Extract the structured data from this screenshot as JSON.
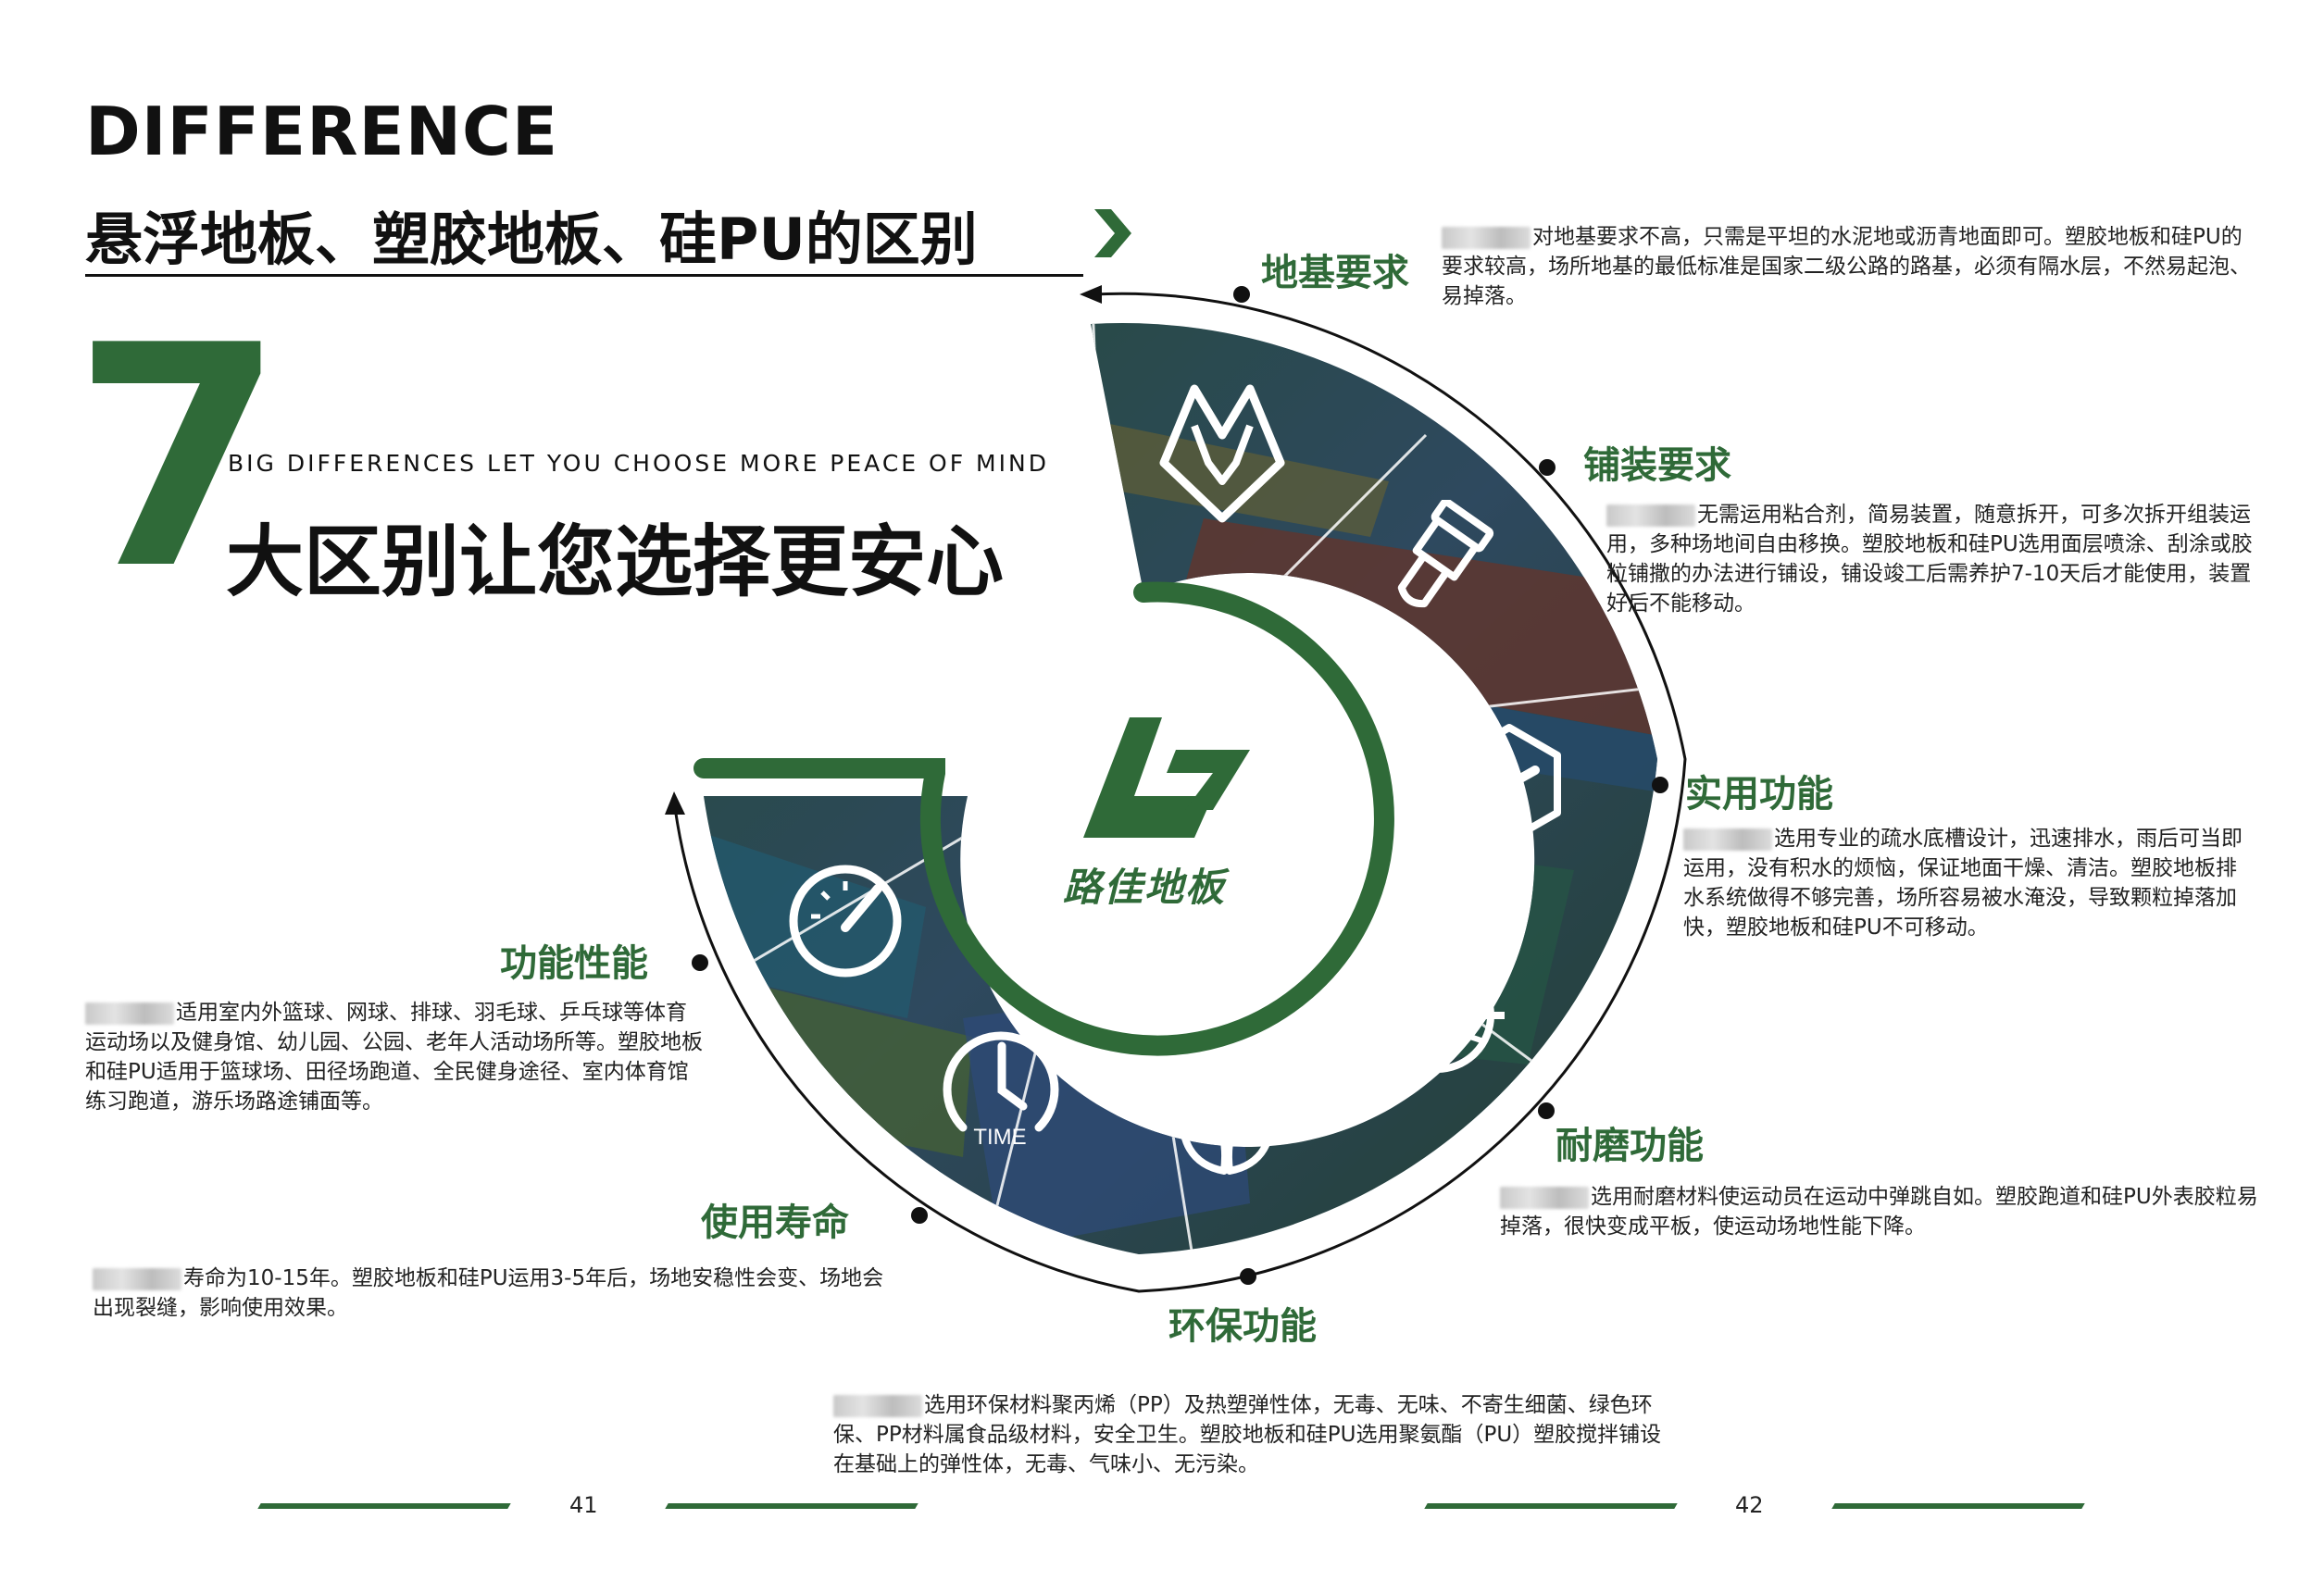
{
  "header": {
    "title_en": "DIFFERENCE",
    "title_cn": "悬浮地板、塑胶地板、硅PU的区别",
    "big_number": "7",
    "slogan_en": "BIG DIFFERENCES LET YOU CHOOSE MORE PEACE OF MIND",
    "slogan_cn": "大区别让您选择更安心"
  },
  "logo": {
    "brand_text": "路佳地板"
  },
  "icons": [
    "mountain-icon",
    "brush-icon",
    "hexagon-y-icon",
    "ball-icon",
    "leaf-icon",
    "clock-icon",
    "gauge-icon"
  ],
  "icon_labels": {
    "time": "TIME"
  },
  "sections": [
    {
      "key": "foundation",
      "heading": "地基要求",
      "text": "对地基要求不高，只需是平坦的水泥地或沥青地面即可。塑胶地板和硅PU的要求较高，场所地基的最低标准是国家二级公路的路基，必须有隔水层，不然易起泡、易掉落。"
    },
    {
      "key": "paving",
      "heading": "铺装要求",
      "text": "无需运用粘合剂，简易装置，随意拆开，可多次拆开组装运用，多种场地间自由移换。塑胶地板和硅PU选用面层喷涂、刮涂或胶粒铺撒的办法进行铺设，铺设竣工后需养护7-10天后才能使用，装置好后不能移动。"
    },
    {
      "key": "practical",
      "heading": "实用功能",
      "text": "选用专业的疏水底槽设计，迅速排水，雨后可当即运用，没有积水的烦恼，保证地面干燥、清洁。塑胶地板排水系统做得不够完善，场所容易被水淹没，导致颗粒掉落加快，塑胶地板和硅PU不可移动。"
    },
    {
      "key": "wear",
      "heading": "耐磨功能",
      "text": "选用耐磨材料使运动员在运动中弹跳自如。塑胶跑道和硅PU外表胶粒易掉落，很快变成平板，使运动场地性能下降。"
    },
    {
      "key": "eco",
      "heading": "环保功能",
      "text": "选用环保材料聚丙烯（PP）及热塑弹性体，无毒、无味、不寄生细菌、绿色环保、PP材料属食品级材料，安全卫生。塑胶地板和硅PU选用聚氨酯（PU）塑胶搅拌铺设在基础上的弹性体，无毒、气味小、无污染。"
    },
    {
      "key": "life",
      "heading": "使用寿命",
      "text": "寿命为10-15年。塑胶地板和硅PU运用3-5年后，场地安稳性会变、场地会出现裂缝，影响使用效果。"
    },
    {
      "key": "function",
      "heading": "功能性能",
      "text": "适用室内外篮球、网球、排球、羽毛球、乒乓球等体育运动场以及健身馆、幼儿园、公园、老年人活动场所等。塑胶地板和硅PU适用于篮球场、田径场跑道、全民健身途径、室内体育馆练习跑道，游乐场路途铺面等。"
    }
  ],
  "page_numbers": {
    "left": "41",
    "right": "42"
  },
  "colors": {
    "brand_green": "#2f6a38",
    "dark_green": "#24573a",
    "text": "#1a1a1a"
  }
}
